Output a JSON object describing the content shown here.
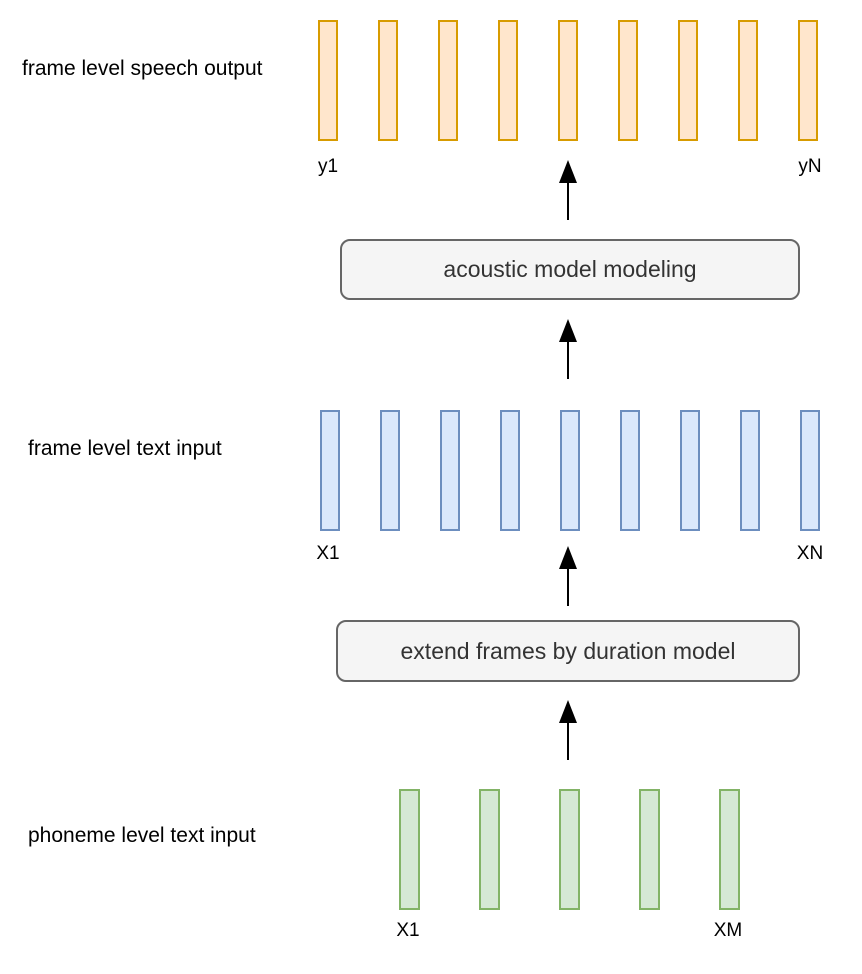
{
  "diagram": {
    "background": "#ffffff",
    "arrow_color": "#000000",
    "rows": [
      {
        "id": "frame-level-speech-output",
        "label": "frame level speech output",
        "bar_count": 9,
        "first_label": "y1",
        "last_label": "yN",
        "fill": "#ffe6cc",
        "stroke": "#d79b00"
      },
      {
        "id": "frame-level-text-input",
        "label": "frame level text input",
        "bar_count": 9,
        "first_label": "X1",
        "last_label": "XN",
        "fill": "#dae8fc",
        "stroke": "#6c8ebf"
      },
      {
        "id": "phoneme-level-text-input",
        "label": "phoneme level text input",
        "bar_count": 5,
        "first_label": "X1",
        "last_label": "XM",
        "fill": "#d5e8d4",
        "stroke": "#82b366"
      }
    ],
    "boxes": [
      {
        "id": "acoustic-model",
        "label": "acoustic model modeling",
        "fill": "#f5f5f5",
        "stroke": "#666666",
        "text_color": "#333333"
      },
      {
        "id": "duration-model",
        "label": "extend frames by duration model",
        "fill": "#f5f5f5",
        "stroke": "#666666",
        "text_color": "#333333"
      }
    ]
  }
}
